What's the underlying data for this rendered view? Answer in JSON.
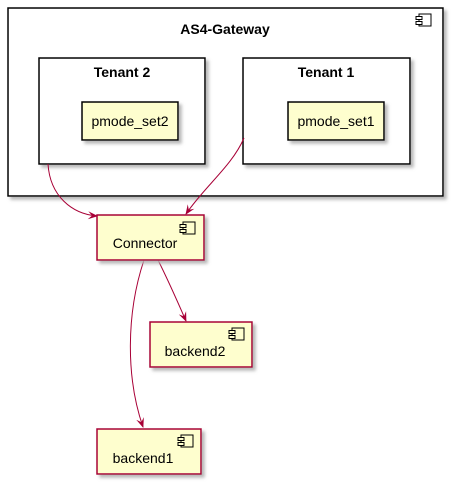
{
  "diagram": {
    "outer": {
      "title": "AS4-Gateway",
      "icon": "component-icon"
    },
    "tenant2": {
      "title": "Tenant 2",
      "item": "pmode_set2"
    },
    "tenant1": {
      "title": "Tenant 1",
      "item": "pmode_set1"
    },
    "connector": {
      "label": "Connector",
      "icon": "component-icon"
    },
    "backend2": {
      "label": "backend2",
      "icon": "component-icon"
    },
    "backend1": {
      "label": "backend1",
      "icon": "component-icon"
    },
    "colors": {
      "component_fill": "#FEFECE",
      "arrow": "#A80036",
      "border": "#000000",
      "shadow": "#C0C0C0"
    }
  }
}
